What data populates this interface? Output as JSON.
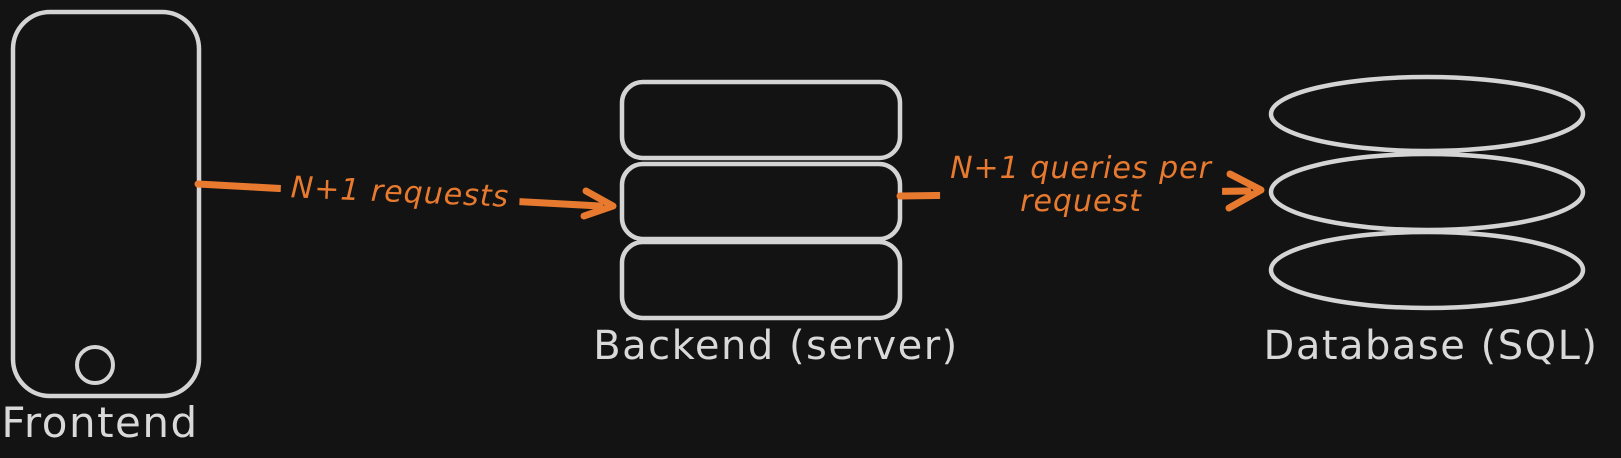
{
  "canvas": {
    "background_color": "#131313",
    "shape_stroke_color": "#d4d4d4",
    "text_color": "#d9d9d9",
    "accent_color": "#e87a30"
  },
  "nodes": {
    "frontend": {
      "label": "Frontend",
      "icon": "smartphone-shape"
    },
    "backend": {
      "label": "Backend (server)",
      "icon": "server-stack-shape"
    },
    "database": {
      "label": "Database (SQL)",
      "icon": "database-cylinder-shape"
    }
  },
  "arrows": {
    "frontend_to_backend": {
      "label": "N+1 requests"
    },
    "backend_to_database": {
      "label_line1": "N+1 queries per",
      "label_line2": "request"
    }
  }
}
